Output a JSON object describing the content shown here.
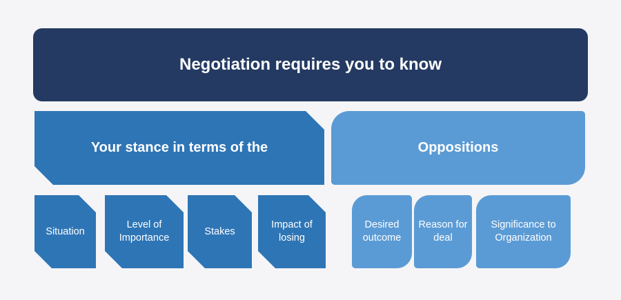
{
  "colors": {
    "background": "#F5F5F7",
    "banner_navy": "#243A62",
    "stance_blue": "#2E75B6",
    "oppositions_blue": "#5B9BD5",
    "text": "#FFFFFF"
  },
  "banner": {
    "label": "Negotiation requires you to know"
  },
  "branches": [
    {
      "label": "Your stance in terms of the",
      "items": [
        "Situation",
        "Level of Importance",
        "Stakes",
        "Impact of losing"
      ]
    },
    {
      "label": "Oppositions",
      "items": [
        "Desired outcome",
        "Reason for deal",
        "Significance to Organization"
      ]
    }
  ]
}
